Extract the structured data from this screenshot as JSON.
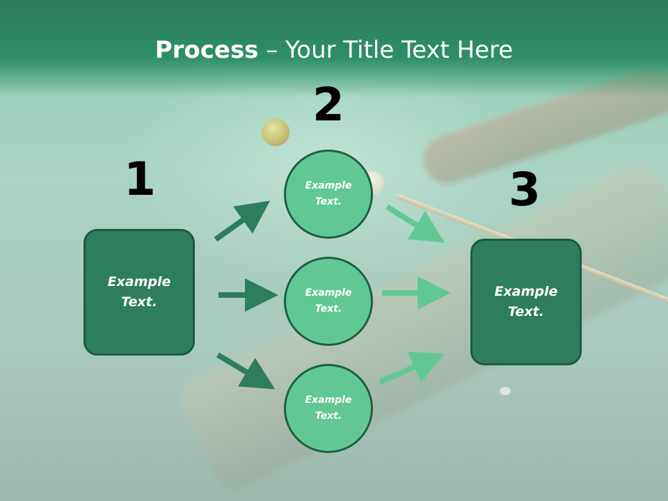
{
  "slide": {
    "title_bold": "Process",
    "title_rest": " – Your Title Text Here"
  },
  "steps": [
    {
      "number": "1",
      "text_line1": "Example",
      "text_line2": "Text."
    },
    {
      "number": "2"
    },
    {
      "number": "3",
      "text_line1": "Example",
      "text_line2": "Text."
    }
  ],
  "nodes": [
    {
      "text_line1": "Example",
      "text_line2": "Text."
    },
    {
      "text_line1": "Example",
      "text_line2": "Text."
    },
    {
      "text_line1": "Example",
      "text_line2": "Text."
    }
  ],
  "colors": {
    "header": "#2f8f69",
    "box_fill": "#2e7d5e",
    "circle_fill": "#62c893",
    "arrow_dark": "#2e7d5e",
    "arrow_light": "#62c893"
  }
}
